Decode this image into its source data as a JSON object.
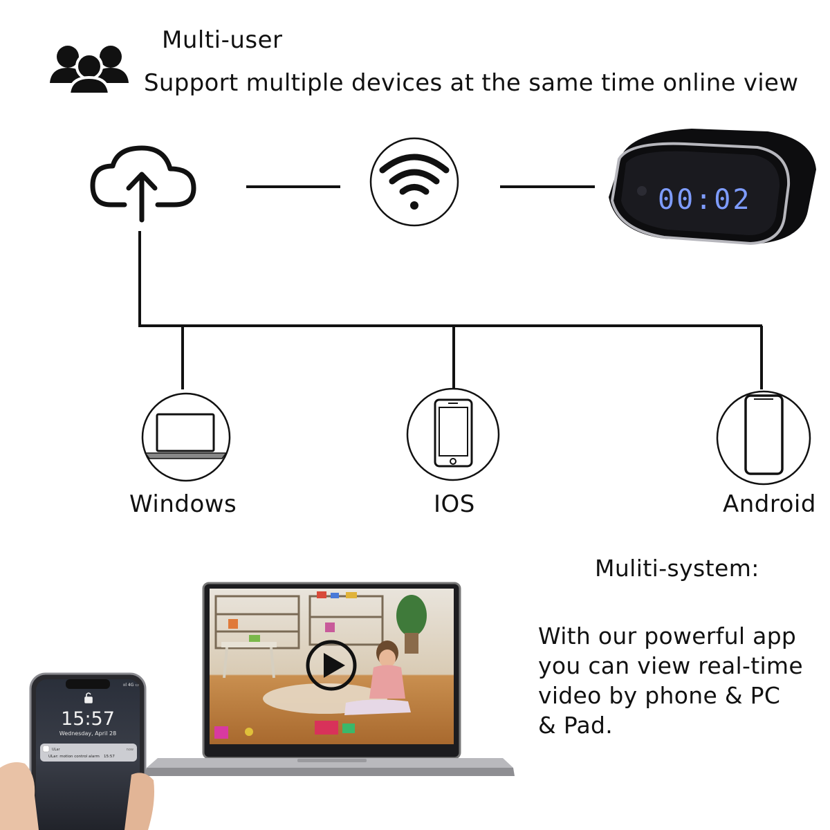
{
  "header": {
    "title": "Multi-user",
    "subtitle": "Support multiple devices at the same time online view"
  },
  "devices": {
    "windows": "Windows",
    "ios": "IOS",
    "android": "Android"
  },
  "clock_display": "00:02",
  "phone": {
    "time": "15:57",
    "date": "Wednesday, April 28",
    "notification_app": "ULar",
    "notification_text": "ULar: motion control alarm",
    "notification_time": "15:57",
    "notification_age": "now"
  },
  "system": {
    "heading": "Muliti-system:",
    "lines": [
      "With our powerful app",
      "you can view real-time",
      "video by phone & PC",
      "& Pad."
    ]
  },
  "colors": {
    "line": "#111111",
    "clock_digits": "#7e9cff",
    "clock_body": "#0d0d0f"
  },
  "icons": [
    "users-icon",
    "cloud-upload-icon",
    "wifi-icon",
    "laptop-icon",
    "smartphone-icon",
    "play-icon",
    "lock-icon"
  ]
}
